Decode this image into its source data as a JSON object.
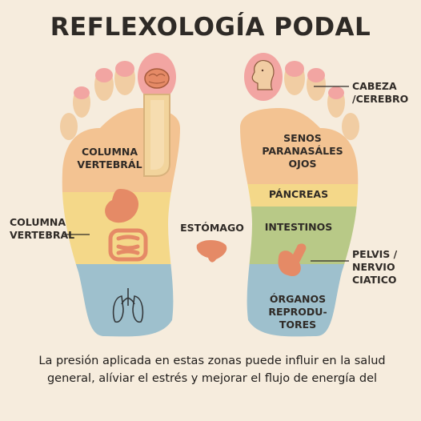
{
  "title": "REFLEXOLOGÍA PODAL",
  "labels": {
    "columna_inner": "COLUMNA\nVERTEBRÁL",
    "columna_outer": "COLUMNA\nVERTEBRAL",
    "estomago": "ESTÓMAGO",
    "cabeza": "CABEZA\n/CEREBRO",
    "senos": "SENOS\nPARANASÁLES\nOJOS",
    "pancreas": "PÁNCREAS",
    "intestinos": "INTESTINOS",
    "pelvis": "PELVIS /\nNERVIO\nCIATICO",
    "organos": "ÓRGANOS\nREPRODU-\nTORES"
  },
  "caption": {
    "line1": "La presión aplicada en estas zonas puede influir en la salud",
    "line2": "general, alíviar el estrés y mejorar el  flujo de energía del"
  },
  "icons": [
    "brain-icon",
    "head-profile-icon",
    "lungs-icon",
    "stomach-icon",
    "intestine-icon",
    "liver-icon",
    "uterus-icon"
  ],
  "colors": {
    "background": "#f6ecdd",
    "skin": "#f1cda3",
    "toe_tip": "#f2a5a2",
    "zone_orange": "#f3c392",
    "zone_yellow": "#f4d889",
    "zone_green": "#b8c987",
    "zone_blue": "#9ec0cd",
    "organ": "#e58a66"
  }
}
